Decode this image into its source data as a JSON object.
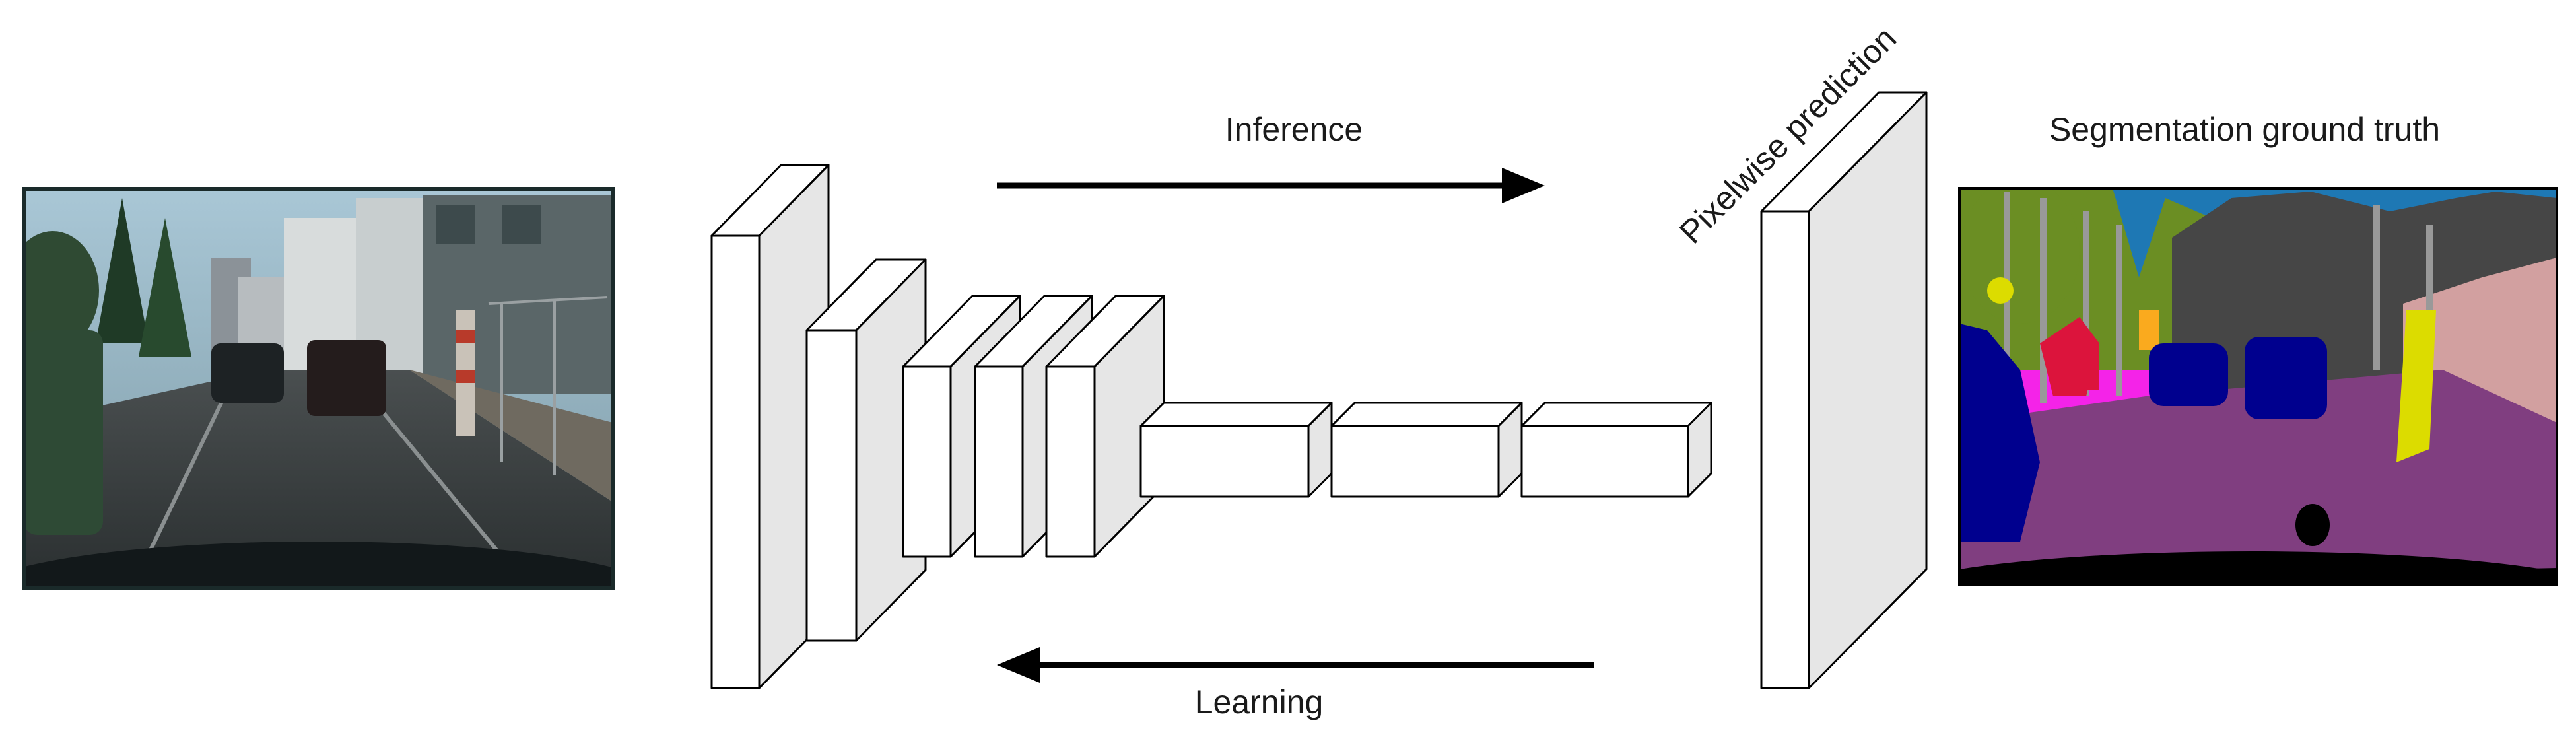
{
  "labels": {
    "inference": "Inference",
    "learning": "Learning",
    "prediction": "Pixelwise prediction",
    "ground_truth": "Segmentation ground truth"
  },
  "colors": {
    "block_face": "#ffffff",
    "block_side": "#e6e6e6",
    "outline": "#000000",
    "seg_sky": "#1e78b4",
    "seg_vegetation": "#6b8e23",
    "seg_building": "#464646",
    "seg_road": "#803e80",
    "seg_sidewalk": "#f423e8",
    "seg_car": "#00008e",
    "seg_person": "#dc143c",
    "seg_wall": "#d2a0a0",
    "seg_traffic_sign": "#dcdc00",
    "seg_traffic_light": "#faaa1e",
    "seg_pole": "#999999"
  }
}
